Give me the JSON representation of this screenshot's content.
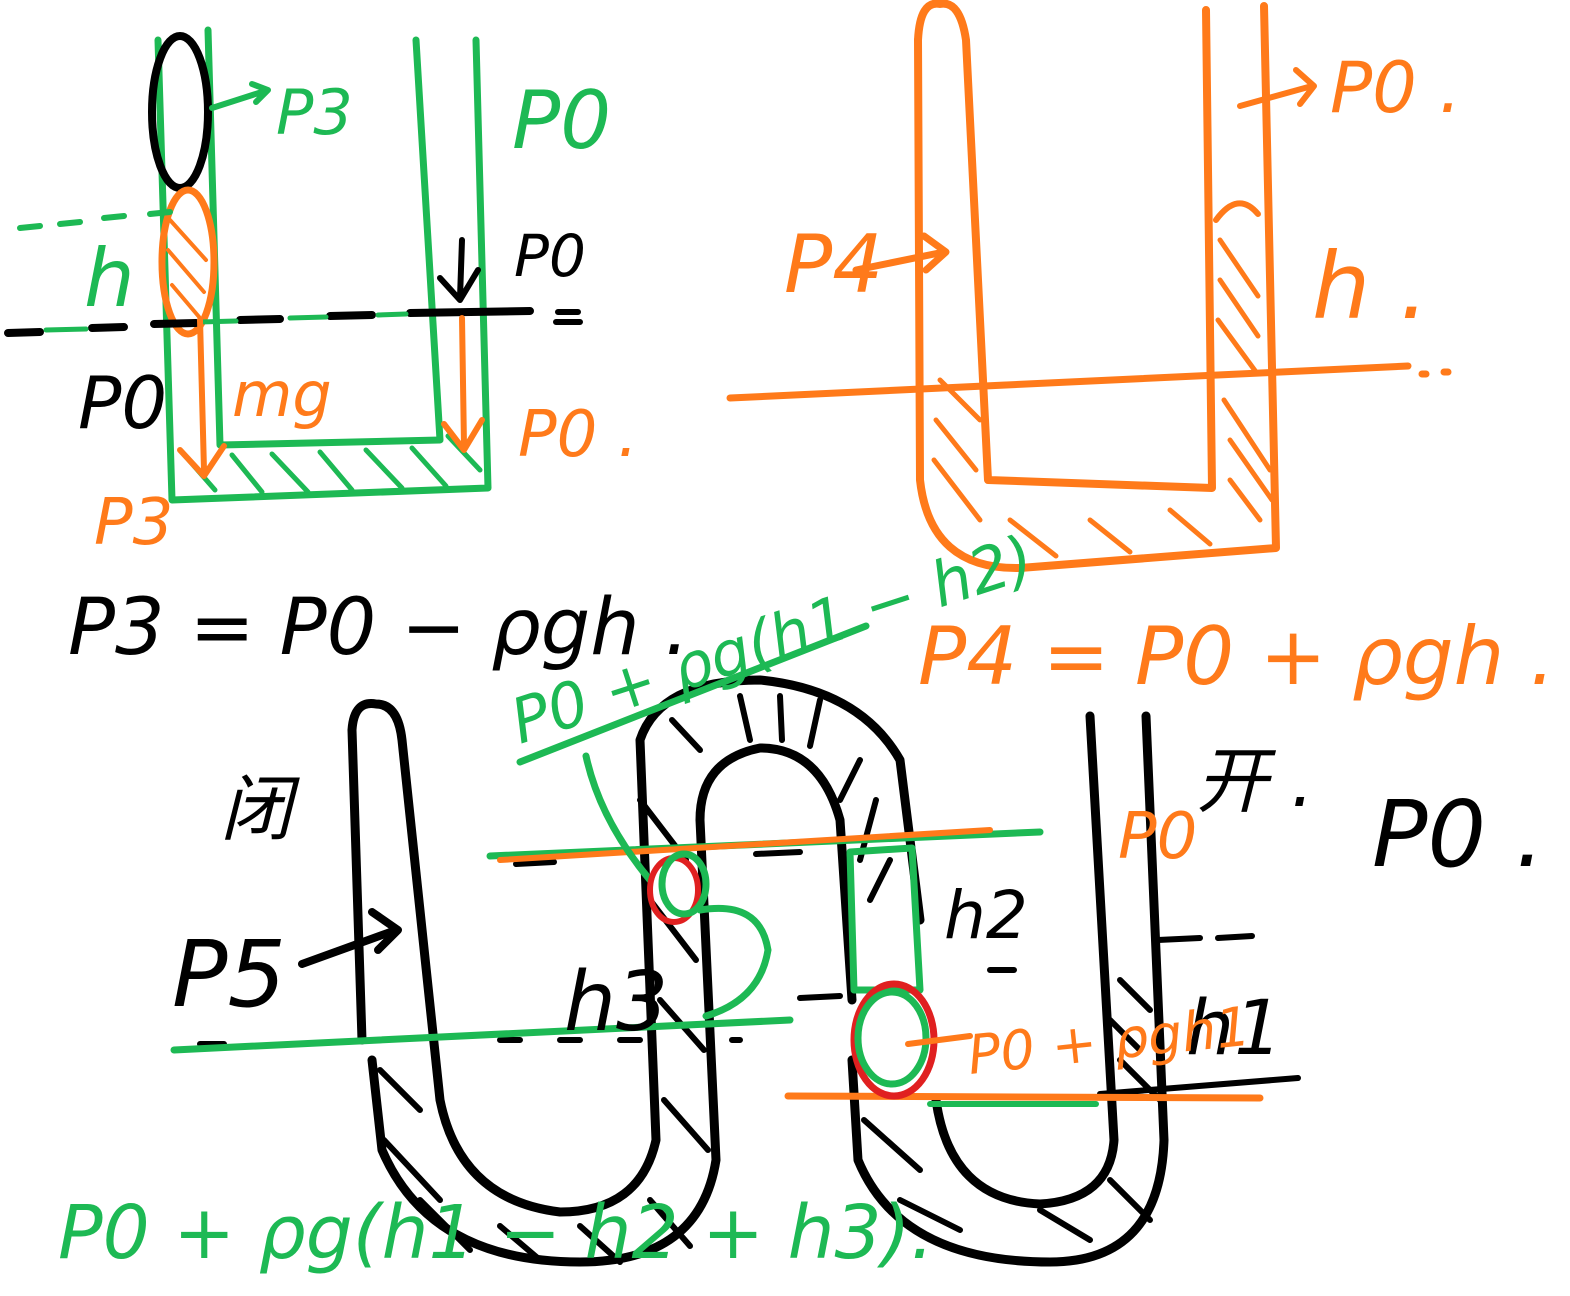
{
  "colors": {
    "ink_black": "#000000",
    "ink_green": "#1db954",
    "ink_orange": "#ff7a1a",
    "ink_red": "#e02020",
    "background": "#ffffff"
  },
  "panel_closed_tube_top": {
    "label_p3_arrow": "P3",
    "label_p0_top": "P0",
    "label_p0_surface": "P0",
    "label_h": "h",
    "label_p0_left": "P0",
    "label_mg": "mg",
    "label_p0_right": "P0 .",
    "label_p3_bottom": "P3",
    "equation": "P3 = P0 − ρgh ."
  },
  "panel_open_tube_top": {
    "label_p0": "P0 .",
    "label_p4": "P4",
    "label_h": "h .",
    "equation": "P4 = P0 + ρgh ."
  },
  "panel_double_u_tube": {
    "label_closed": "闭",
    "label_open": "开 .",
    "label_given": "P0 . ρ",
    "label_p5": "P5",
    "label_top_pressure": "P0 + ρg(h1 − h2)",
    "label_h3": "h3",
    "label_h2": "h2",
    "label_h1": "h1",
    "label_p0_open": "P0",
    "label_mid_pressure": "P0 + ρgh1",
    "label_bottom_pressure": "P0 + ρg(h1 − h2 + h3)."
  }
}
